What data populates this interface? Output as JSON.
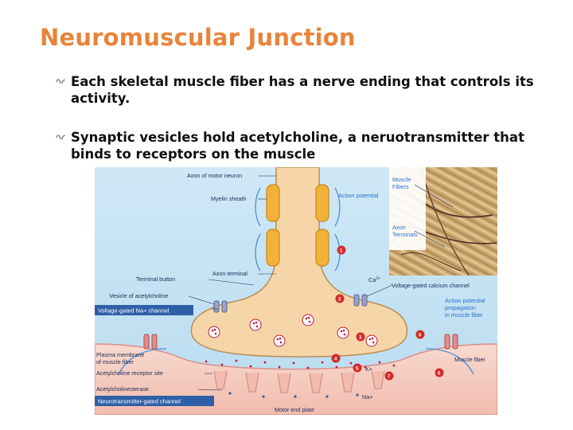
{
  "slide": {
    "title": "Neuromuscular Junction",
    "bullets": [
      "Each skeletal muscle fiber has a nerve ending that controls its activity.",
      "Synaptic vesicles hold acetylcholine, a neruotransmitter that binds to receptors on the muscle"
    ]
  },
  "figure": {
    "labels": {
      "axon_of_motor_neuron": "Axon of motor neuron",
      "myelin_sheath": "Myelin sheath",
      "action_potential": "Action potential",
      "terminal_button": "Terminal button",
      "axon_terminal": "Axon terminal",
      "vesicle_of_acetylcholine": "Vesicle of acetylcholine",
      "voltage_gated_na_channel": "Voltage-gated Na+ channel",
      "plasma_membrane_line1": "Plasma membrane",
      "plasma_membrane_line2": "of muscle fiber",
      "ach_receptor_site": "Acetylcholine receptor site",
      "acetylcholinesterase": "Acetylcholinesterase",
      "neurotransmitter_gated_channel": "Neurotransmitter-gated channel",
      "motor_end_plate": "Motor end plate",
      "ca": "Ca",
      "ca_charge": "2+",
      "voltage_gated_calcium_channel": "Voltage-gated calcium channel",
      "ap_propagation_line1": "Action potential",
      "ap_propagation_line2": "propagation",
      "ap_propagation_line3": "in muscle fiber",
      "muscle_fiber": "Muscle fiber",
      "k_plus": "K+",
      "na_plus": "Na+",
      "photo_muscle_fibers_line1": "Muscle",
      "photo_muscle_fibers_line2": "Fibers",
      "photo_axon_terminals_line1": "Axon",
      "photo_axon_terminals_line2": "Terminals"
    },
    "steps": [
      "1",
      "2",
      "3",
      "4",
      "5",
      "6",
      "6",
      "7"
    ],
    "colors": {
      "title": "#e8843a",
      "axon": "#f6d6a8",
      "myelin": "#f2b23a",
      "cleft_fluid": "#c5e3f4",
      "muscle": "#f7cfc5",
      "step_marker": "#d42a2a",
      "neurotransmitter": "#c4163d",
      "dark_label_band": "#2f5fa7"
    }
  }
}
